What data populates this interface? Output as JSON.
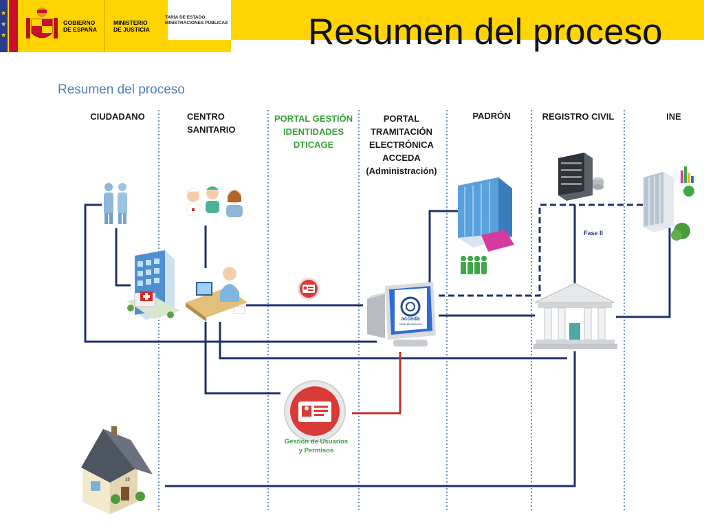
{
  "header": {
    "title": "Resumen del proceso",
    "logo_gobierno": "GOBIERNO DE ESPAÑA",
    "logo_ministerio": "MINISTERIO DE JUSTICIA",
    "secretaria_line1": "TARÍA DE ESTADO",
    "secretaria_line2": "MINISTRACIONES PÚBLICAS"
  },
  "subtitle": "Resumen del proceso",
  "columns": {
    "ciudadano": "CIUDADANO",
    "centro_sanitario": "CENTRO SANITARIO",
    "portal_gestion": "PORTAL GESTIÓN IDENTIDADES DTICAGE",
    "portal_tramitacion": "PORTAL TRAMITACIÓN ELECTRÓNICA ACCEDA (Administración)",
    "padron": "PADRÓN",
    "registro_civil": "REGISTRO CIVIL",
    "ine": "INE"
  },
  "labels": {
    "fase": "Fase II",
    "gestion": "Gestión de Usuarios y Permisos",
    "acceda_logo": "acceda",
    "acceda_sub": "sede electrónica",
    "house_number": "13"
  },
  "colors": {
    "header_yellow": "#ffd400",
    "line_navy": "#1f2f6b",
    "line_red": "#c0302b",
    "subtitle_blue": "#4f7fb6",
    "portal_green": "#34a136"
  }
}
